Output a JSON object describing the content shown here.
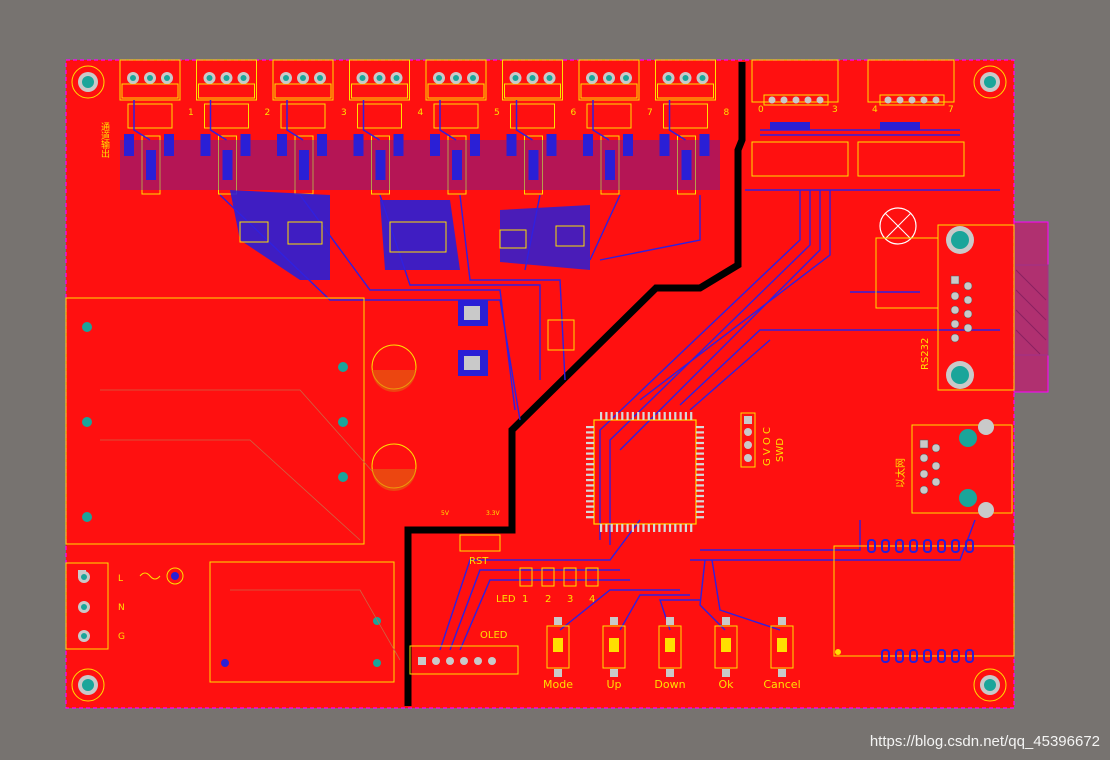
{
  "colors": {
    "background": "#777370",
    "board": "#ff1010",
    "keepout": "#ff00ff",
    "silkscreen": "#ffe000",
    "trace": "#2a1fd6",
    "pad": "#c9c9c9",
    "hole": "#1aa59a",
    "gap": "#000000"
  },
  "board": {
    "channel_numbers": [
      "1",
      "2",
      "3",
      "4",
      "5",
      "6",
      "7",
      "8"
    ],
    "side_label": "通道输出",
    "di_group_a": "0",
    "di_group_a_end": "3",
    "di_group_b": "4",
    "di_group_b_end": "7",
    "rs232": "RS232",
    "ethernet": "以太网",
    "swd_pins": "G V O C",
    "swd": "SWD",
    "rst": "RST",
    "led": "LED",
    "led_numbers": [
      "1",
      "2",
      "3",
      "4"
    ],
    "oled": "OLED",
    "power_pins": [
      "L",
      "N",
      "G"
    ],
    "buttons": [
      "Mode",
      "Up",
      "Down",
      "Ok",
      "Cancel"
    ],
    "tiny_5v": "5V",
    "tiny_33v": "3.3V"
  },
  "watermark": "https://blog.csdn.net/qq_45396672"
}
